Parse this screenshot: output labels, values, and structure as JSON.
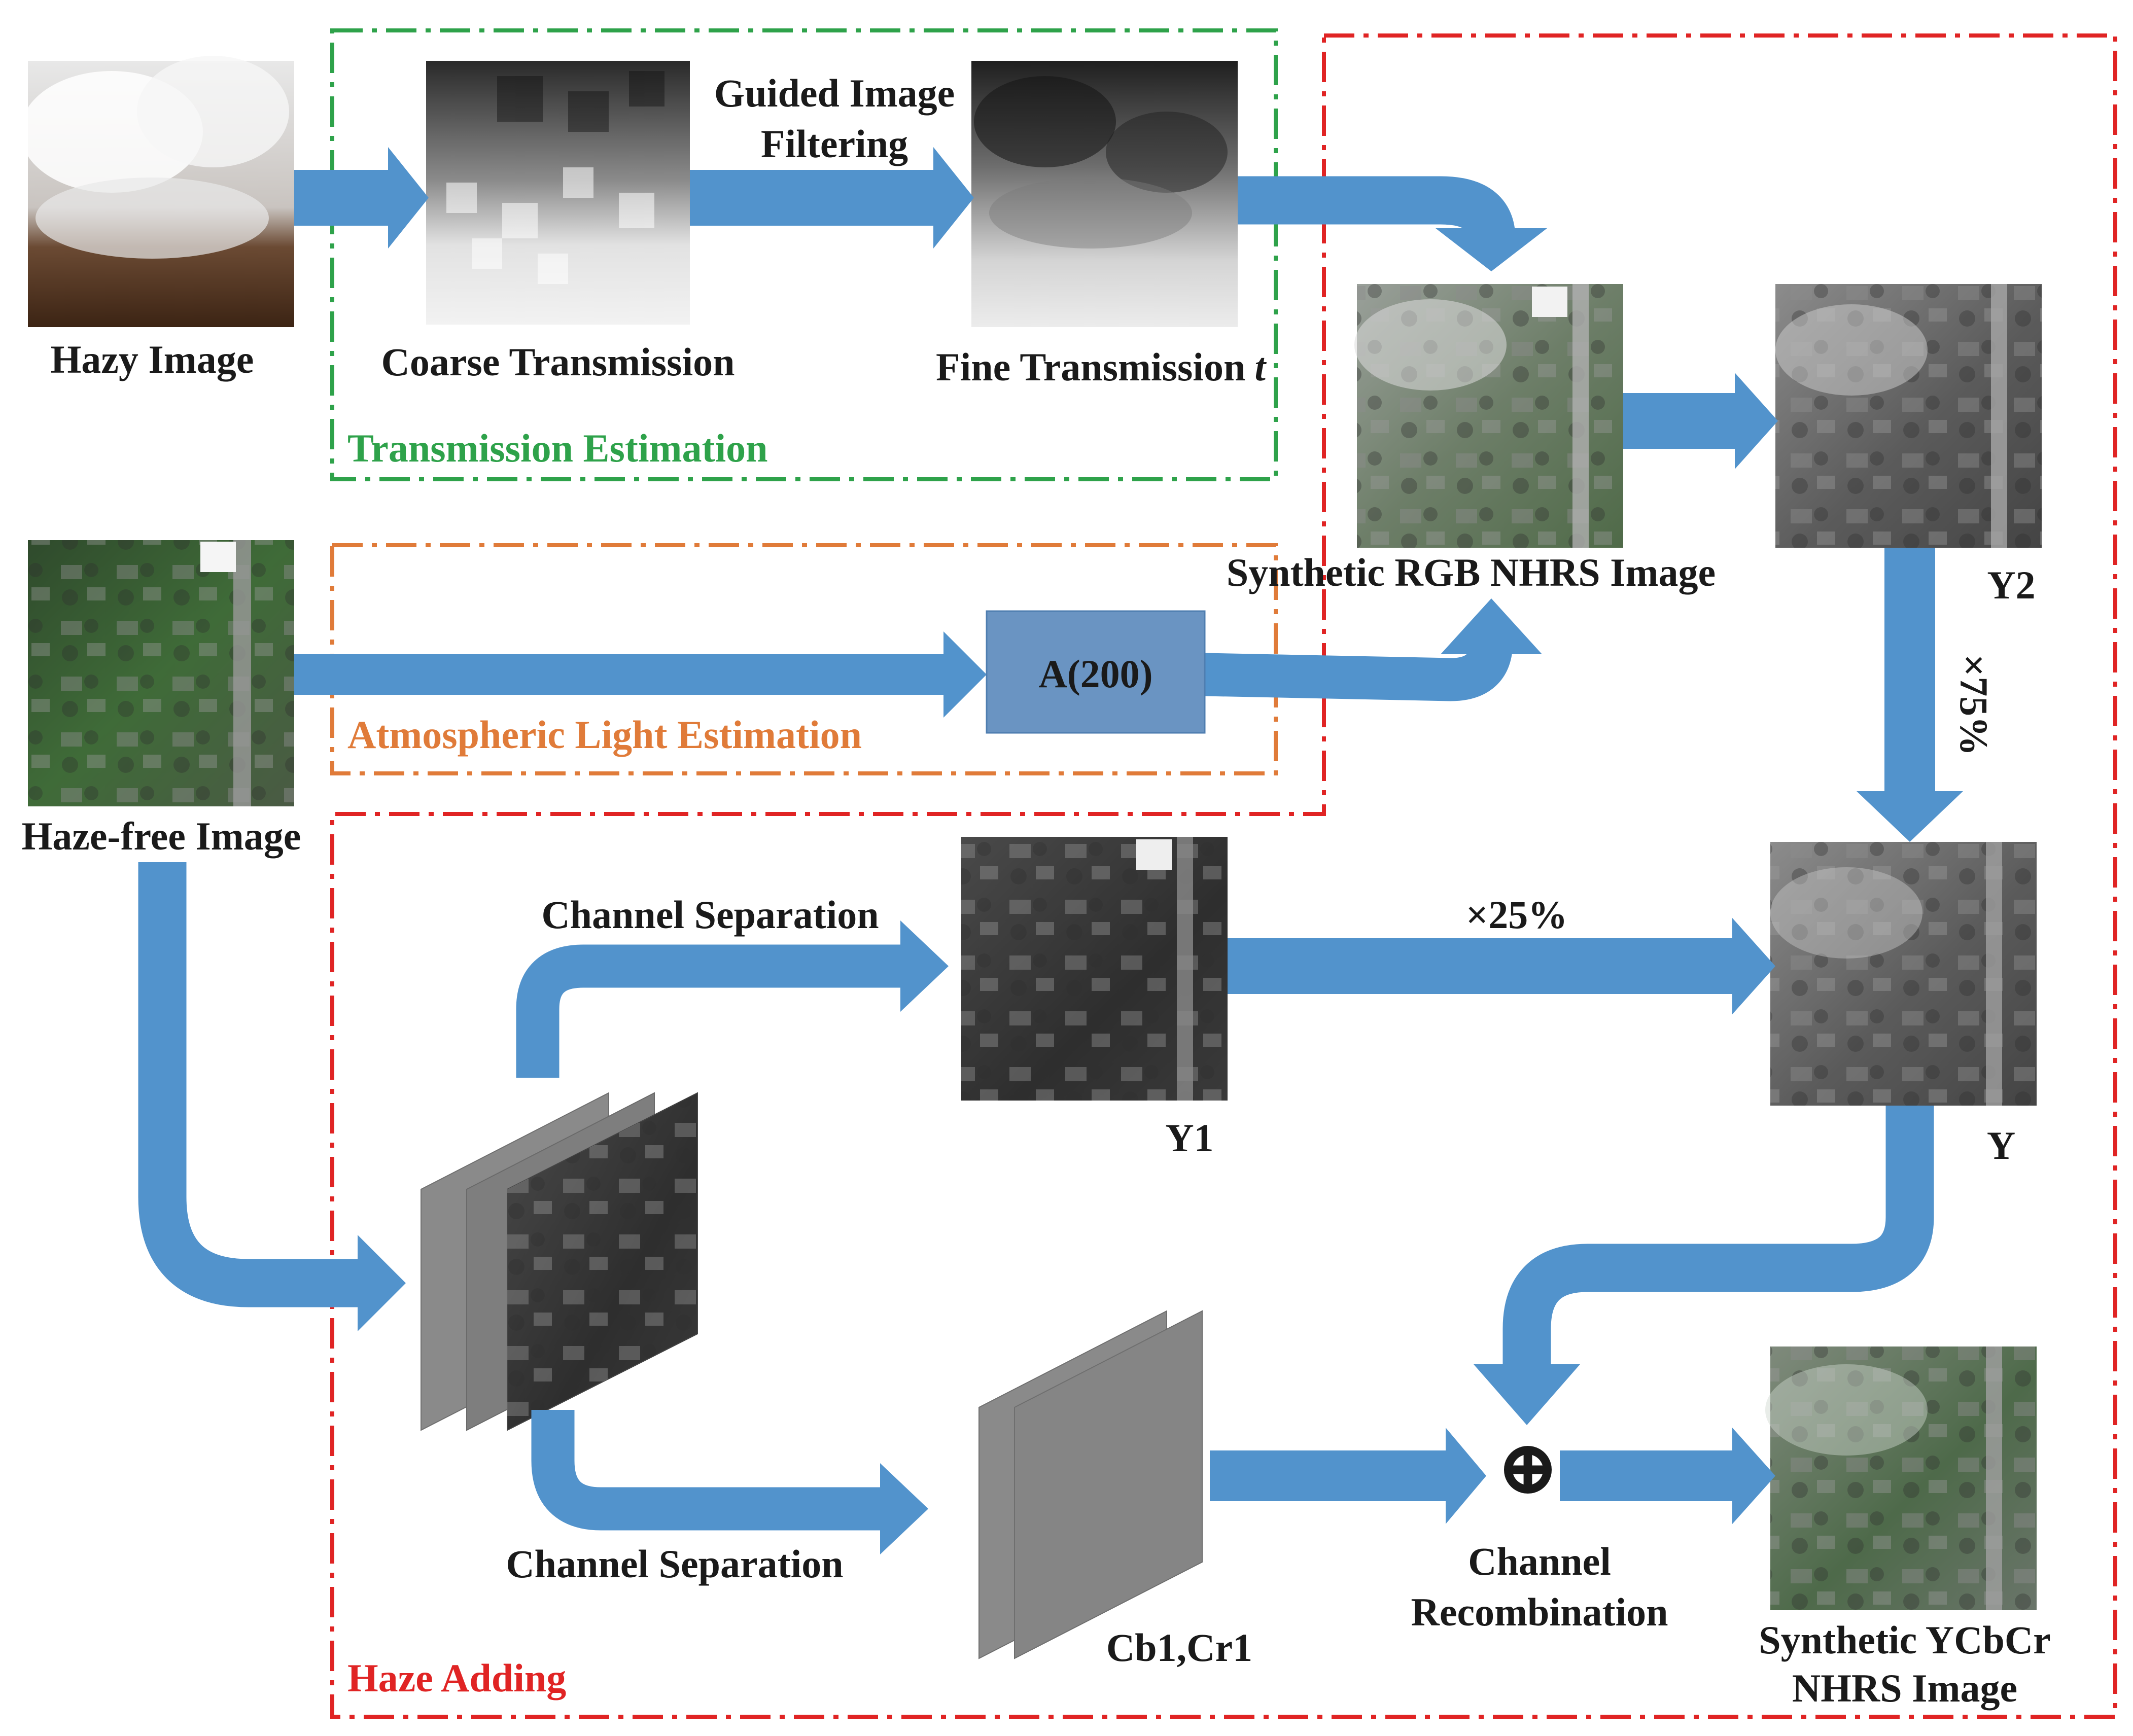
{
  "labels": {
    "hazy_image": "Hazy Image",
    "coarse_transmission": "Coarse Transmission",
    "guided_1": "Guided  Image",
    "guided_2": "Filtering",
    "fine_transmission": "Fine Transmission",
    "fine_transmission_var": "t",
    "haze_free_image": "Haze-free Image",
    "atmo_box": "A(200)",
    "synthetic_rgb": "Synthetic RGB NHRS Image",
    "y2": "Y2",
    "pct75": "×75%",
    "y1": "Y1",
    "pct25": "×25%",
    "y": "Y",
    "channel_sep_top": "Channel Separation",
    "channel_sep_bottom": "Channel Separation",
    "cb_cr": "Cb1,Cr1",
    "plus_symbol": "⊕",
    "recomb_1": "Channel",
    "recomb_2": "Recombination",
    "ycbcr_1": "Synthetic YCbCr",
    "ycbcr_2": "NHRS Image"
  },
  "sections": {
    "transmission": "Transmission Estimation",
    "atmospheric": "Atmospheric Light Estimation",
    "haze_adding": "Haze Adding"
  },
  "colors": {
    "arrow": "#5293cc",
    "transmission": "#2ea24a",
    "atmospheric": "#e07b39",
    "haze_adding": "#e02424",
    "atmo_box_fill": "#6a94c2"
  }
}
